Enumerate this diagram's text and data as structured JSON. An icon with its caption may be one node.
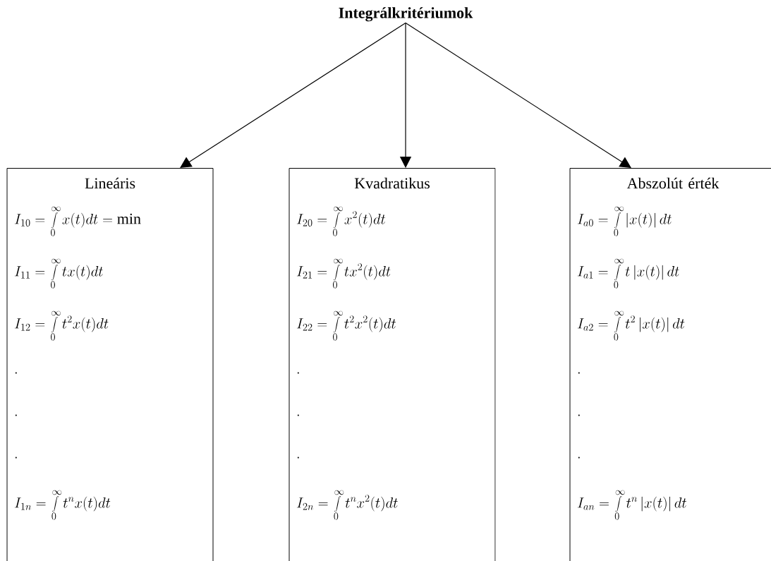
{
  "diagram": {
    "nodes": [
      {
        "text": [
          "Integrálkritériumok"
        ]
      },
      {
        "text": [
          "Lineáris",
          "I_{10}=\\int\\limits_0^\\infty x(t)dt=\\min",
          "I_{11}=\\int\\limits_0^\\infty tx(t)dt",
          "I_{12}=\\int\\limits_0^\\infty t^2x(t)dt",
          ".",
          ".",
          ".",
          "I_{1n}=\\int\\limits_0^\\infty t^nx(t)dt"
        ]
      },
      {
        "text": [
          "Kvadratikus",
          "I_{20}=\\int\\limits_0^\\infty x^2(t)dt",
          "I_{21}=\\int\\limits_0^\\infty tx^2(t)dt",
          "I_{22}=\\int\\limits_0^\\infty t^2x^2(t)dt",
          ".",
          ".",
          ".",
          "I_{2n}=\\int\\limits_0^\\infty t^nx^2(t)dt"
        ]
      },
      {
        "text": [
          "Abszolút érték",
          "I_{a0}=\\int\\limits_0^\\infty \\left|x(t)\\right|dt",
          "I_{a1}=\\int\\limits_0^\\infty t\\left|x(t)\\right|dt",
          "I_{a2}=\\int\\limits_0^\\infty t^2\\left|x(t)\\right|dt",
          ".",
          ".",
          ".",
          "I_{an}=\\int\\limits_0^\\infty t^n\\left|x(t)\\right|dt"
        ]
      }
    ],
    "edges": [
      {
        "from": 0,
        "to": 1,
        "arrow": "to"
      },
      {
        "from": 0,
        "to": 2,
        "arrow": "to"
      },
      {
        "from": 0,
        "to": 3,
        "arrow": "to"
      }
    ]
  }
}
